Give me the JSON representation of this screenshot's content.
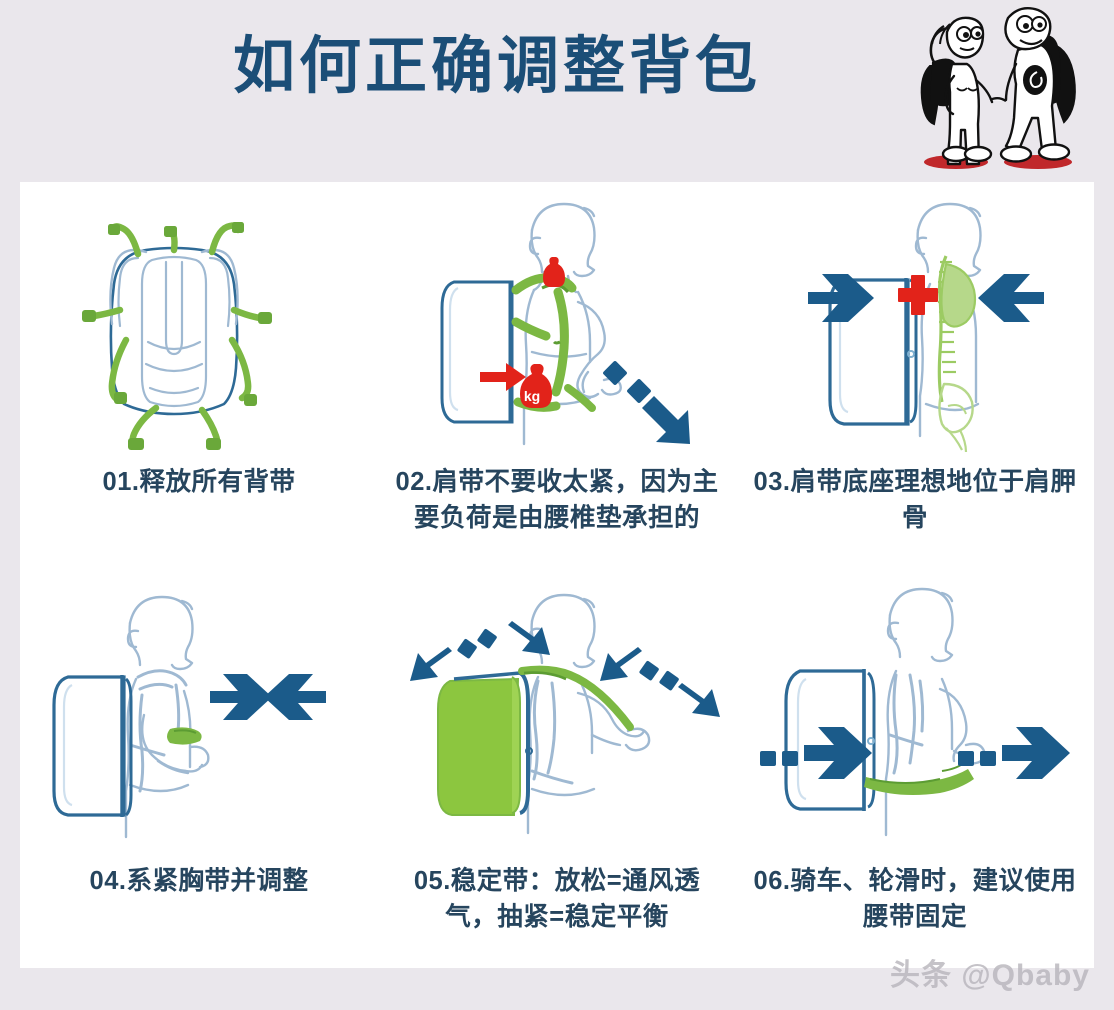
{
  "header": {
    "title": "如何正确调整背包",
    "title_color": "#1b4e77",
    "mascot_alt": "couple-with-backpacks-cartoon"
  },
  "theme": {
    "page_background": "#eae7ec",
    "card_background": "#ffffff",
    "ink_blue": "#1b5b8a",
    "outline_blue": "#9fb9d2",
    "accent_green": "#7cb843",
    "accent_red": "#e2231a",
    "caption_color": "#26455e",
    "arrow_blue": "#1b5b8a"
  },
  "panels": [
    {
      "number": "01",
      "caption": "01.释放所有背带",
      "art_name": "backpack-front-loose-straps",
      "icons": [
        "backpack-front-icon",
        "green-strap-icon"
      ]
    },
    {
      "number": "02",
      "caption": "02.肩带不要收太紧，因为主要负荷是由腰椎垫承担的",
      "art_name": "person-shoulder-straps-weight",
      "weight_label": "kg",
      "icons": [
        "person-side-icon",
        "red-arrow-icon",
        "blue-dashed-arrow-down-icon",
        "kg-tag-icon"
      ]
    },
    {
      "number": "03",
      "caption": "03.肩带底座理想地位于肩胛骨",
      "art_name": "spine-shoulder-blade-position",
      "icons": [
        "spine-icon",
        "blue-arrow-right-icon",
        "blue-arrow-left-icon",
        "red-cross-icon"
      ]
    },
    {
      "number": "04",
      "caption": "04.系紧胸带并调整",
      "art_name": "chest-strap-fasten",
      "icons": [
        "person-side-icon",
        "blue-arrow-right-icon",
        "blue-arrow-left-icon",
        "green-chest-strap-icon"
      ]
    },
    {
      "number": "05",
      "caption": "05.稳定带：放松=通风透气，抽紧=稳定平衡",
      "art_name": "stabilizer-strap-adjust",
      "icons": [
        "green-backpack-icon",
        "blue-double-arrow-icon",
        "green-stabilizer-strap-icon"
      ]
    },
    {
      "number": "06",
      "caption": "06.骑车、轮滑时，建议使用腰带固定",
      "art_name": "waist-belt-secure",
      "icons": [
        "person-side-icon",
        "blue-dashed-arrow-right-icon",
        "green-waist-belt-icon"
      ]
    }
  ],
  "watermark": "头条 @Qbaby"
}
